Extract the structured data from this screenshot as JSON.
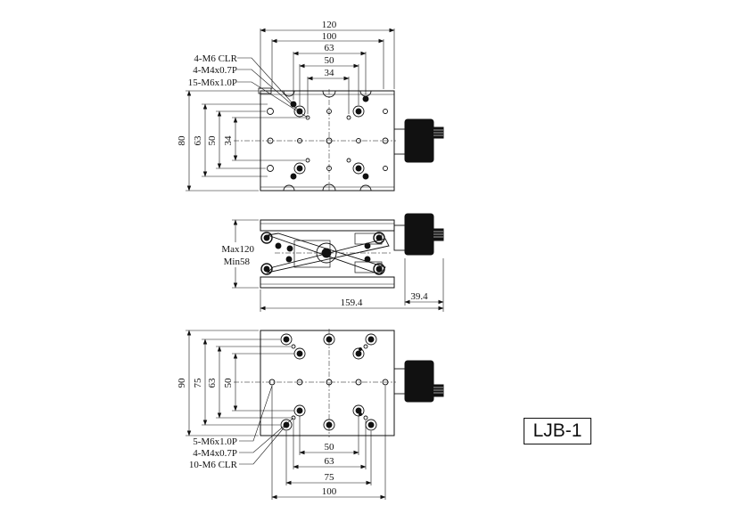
{
  "model": "LJB-1",
  "top_view": {
    "dims_horizontal": [
      "120",
      "100",
      "63",
      "50",
      "34"
    ],
    "dims_vertical": [
      "80",
      "63",
      "50",
      "34"
    ],
    "callouts": [
      "4-M6 CLR",
      "4-M4x0.7P",
      "15-M6x1.0P"
    ]
  },
  "side_view": {
    "height_label_max": "Max120",
    "height_label_min": "Min58",
    "length_total": "159.4",
    "knob_offset": "39.4"
  },
  "bottom_view": {
    "dims_vertical": [
      "90",
      "75",
      "63",
      "50"
    ],
    "dims_horizontal": [
      "50",
      "63",
      "75",
      "100"
    ],
    "callouts": [
      "5-M6x1.0P",
      "4-M4x0.7P",
      "10-M6 CLR"
    ]
  }
}
